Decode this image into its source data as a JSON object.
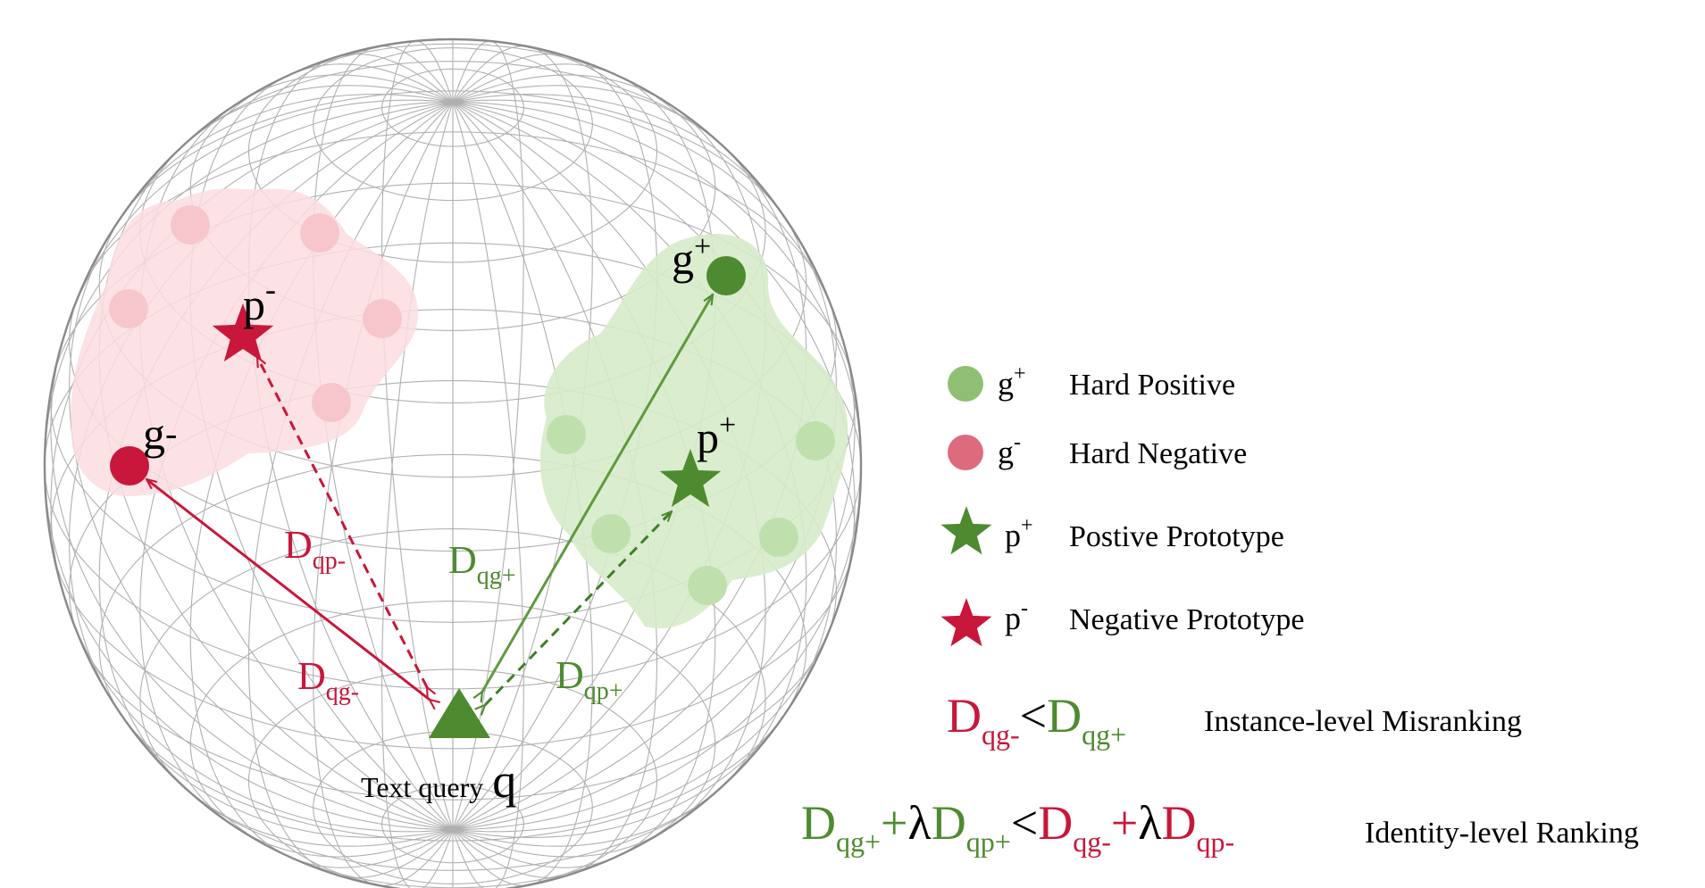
{
  "colors": {
    "positive": "#4e8b30",
    "negative": "#c8173a",
    "positive_cluster": "#d6ebc9",
    "negative_cluster": "#fbdde0",
    "positive_point": "#bfe0ad",
    "negative_point": "#f7c6cc",
    "legend_positive_dot": "#8fbf74",
    "legend_negative_dot": "#de6b7d",
    "grid": "#b0b0b0",
    "text": "#000000"
  },
  "points": {
    "g_pos": {
      "base": "g",
      "sup": "+"
    },
    "g_neg": {
      "base": "g",
      "sub": "-"
    },
    "p_pos": {
      "base": "p",
      "sup": "+"
    },
    "p_neg": {
      "base": "p",
      "sup": "-"
    },
    "query": {
      "label": "Text query",
      "symbol": "q"
    }
  },
  "distances": {
    "d_qp_neg": {
      "base": "D",
      "sub": "qp-"
    },
    "d_qg_neg": {
      "base": "D",
      "sub": "qg-"
    },
    "d_qg_pos": {
      "base": "D",
      "sub": "qg+"
    },
    "d_qp_pos": {
      "base": "D",
      "sub": "qp+"
    }
  },
  "legend": {
    "items": [
      {
        "symbol": "g",
        "sup": "+",
        "label": "Hard Positive",
        "icon": "green-dot-icon"
      },
      {
        "symbol": "g",
        "sup": "-",
        "label": "Hard Negative",
        "icon": "red-dot-icon"
      },
      {
        "symbol": "p",
        "sup": "+",
        "label": "Postive Prototype",
        "icon": "green-star-icon"
      },
      {
        "symbol": "p",
        "sup": "-",
        "label": "Negative Prototype",
        "icon": "red-star-icon"
      }
    ],
    "formula1": {
      "d1": {
        "base": "D",
        "sub": "qg-"
      },
      "op": "<",
      "d2": {
        "base": "D",
        "sub": "qg+"
      },
      "label": "Instance-level Misranking"
    },
    "formula2": {
      "d1": {
        "base": "D",
        "sub": "qg+"
      },
      "plus1": "+",
      "lambda1": "λ",
      "d2": {
        "base": "D",
        "sub": "qp+"
      },
      "op": "<",
      "d3": {
        "base": "D",
        "sub": "qg-"
      },
      "plus2": "+",
      "lambda2": "λ",
      "d4": {
        "base": "D",
        "sub": "qp-"
      },
      "label": "Identity-level Ranking"
    }
  }
}
